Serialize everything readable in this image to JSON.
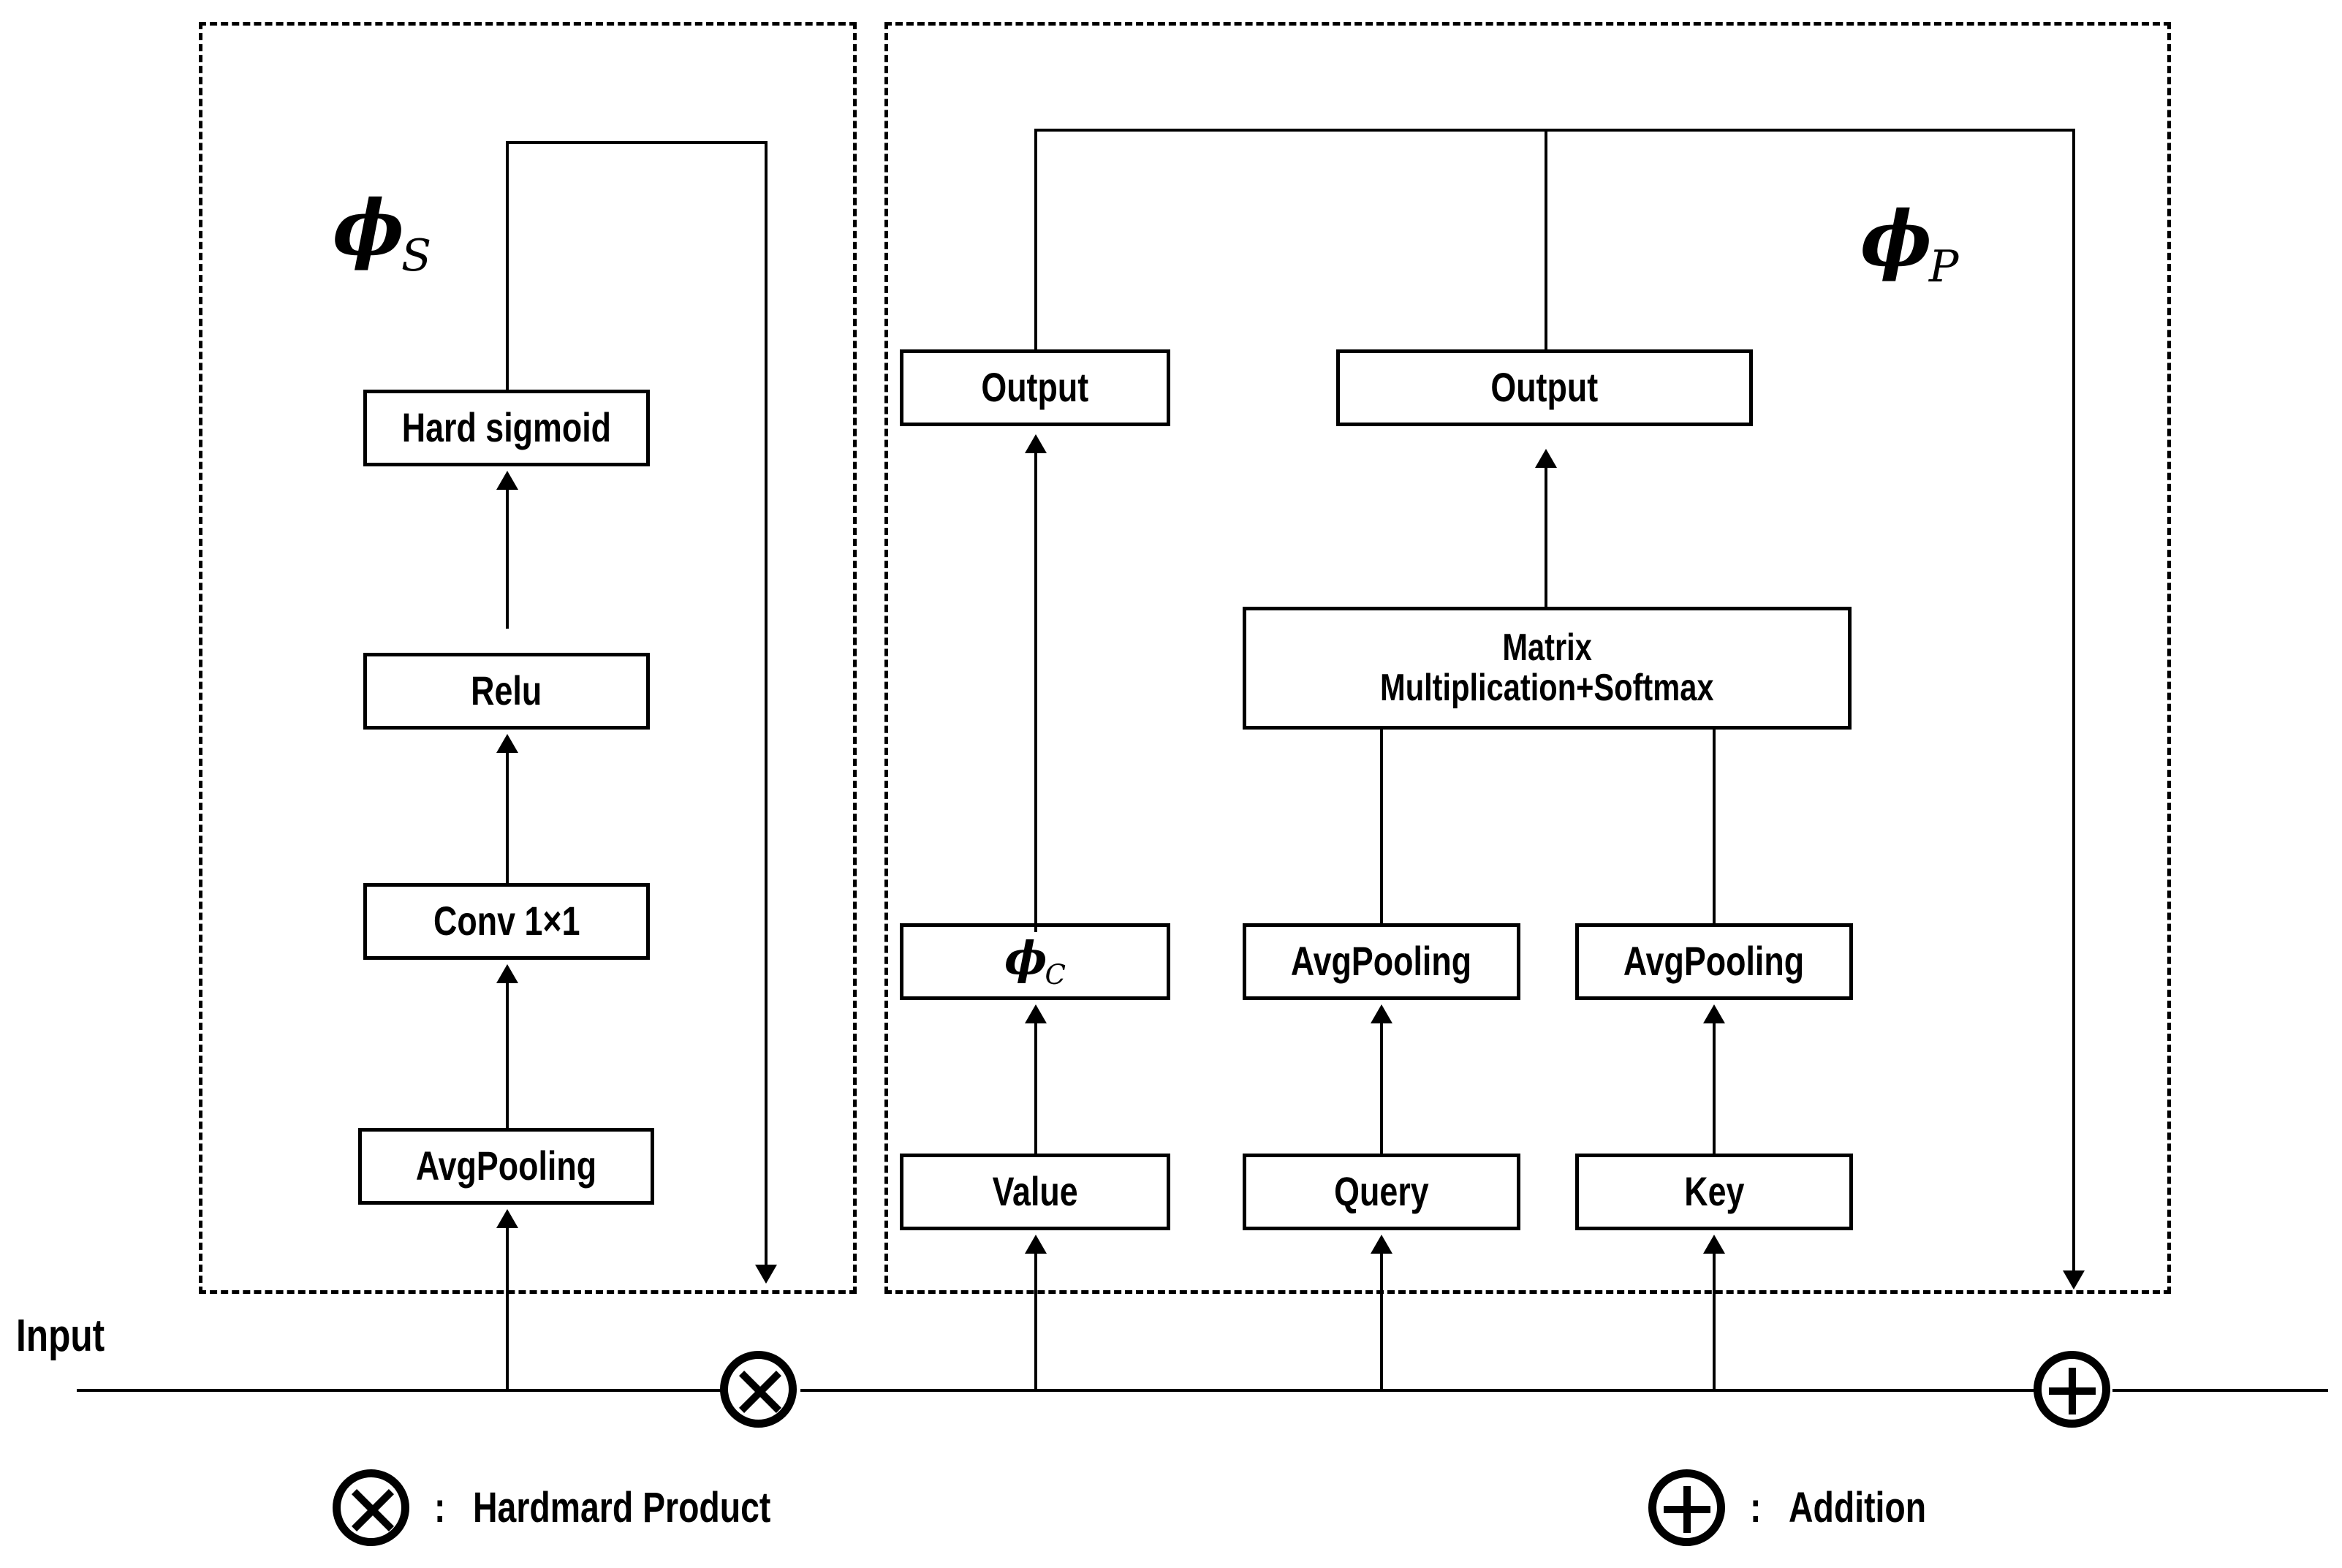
{
  "diagram": {
    "title_note": "Attention module block diagram",
    "input_label": "Input",
    "groups": [
      {
        "id": "spatial",
        "symbol": "ϕ",
        "subscript": "S"
      },
      {
        "id": "position",
        "symbol": "ϕ",
        "subscript": "P"
      }
    ],
    "spatial_branch": {
      "nodes": [
        {
          "id": "avgpool-s",
          "label": "AvgPooling"
        },
        {
          "id": "conv1x1",
          "label": "Conv 1×1"
        },
        {
          "id": "relu",
          "label": "Relu"
        },
        {
          "id": "hard-sigmoid",
          "label": "Hard sigmoid"
        }
      ]
    },
    "position_branch": {
      "value_path": {
        "nodes": [
          {
            "id": "value",
            "label": "Value"
          },
          {
            "id": "phi-c",
            "symbol": "ϕ",
            "subscript": "C"
          },
          {
            "id": "output-left",
            "label": "Output"
          }
        ]
      },
      "attention_path": {
        "nodes": [
          {
            "id": "query",
            "label": "Query"
          },
          {
            "id": "key",
            "label": "Key"
          },
          {
            "id": "avgpool-query",
            "label": "AvgPooling"
          },
          {
            "id": "avgpool-key",
            "label": "AvgPooling"
          },
          {
            "id": "matmul-softmax",
            "label_line1": "Matrix",
            "label_line2": "Multiplication+Softmax"
          },
          {
            "id": "output-right",
            "label": "Output"
          }
        ]
      }
    },
    "legend": [
      {
        "id": "hadamard",
        "symbol": "hadamard-product-icon",
        "separator": ":",
        "label": "Hardmard Product"
      },
      {
        "id": "addition",
        "symbol": "addition-icon",
        "separator": ":",
        "label": "Addition"
      }
    ],
    "operators": [
      {
        "id": "hadamard-op",
        "symbol": "⊗"
      },
      {
        "id": "addition-op",
        "symbol": "⊕"
      }
    ],
    "colors": {
      "stroke": "#000000",
      "background": "#ffffff"
    }
  }
}
